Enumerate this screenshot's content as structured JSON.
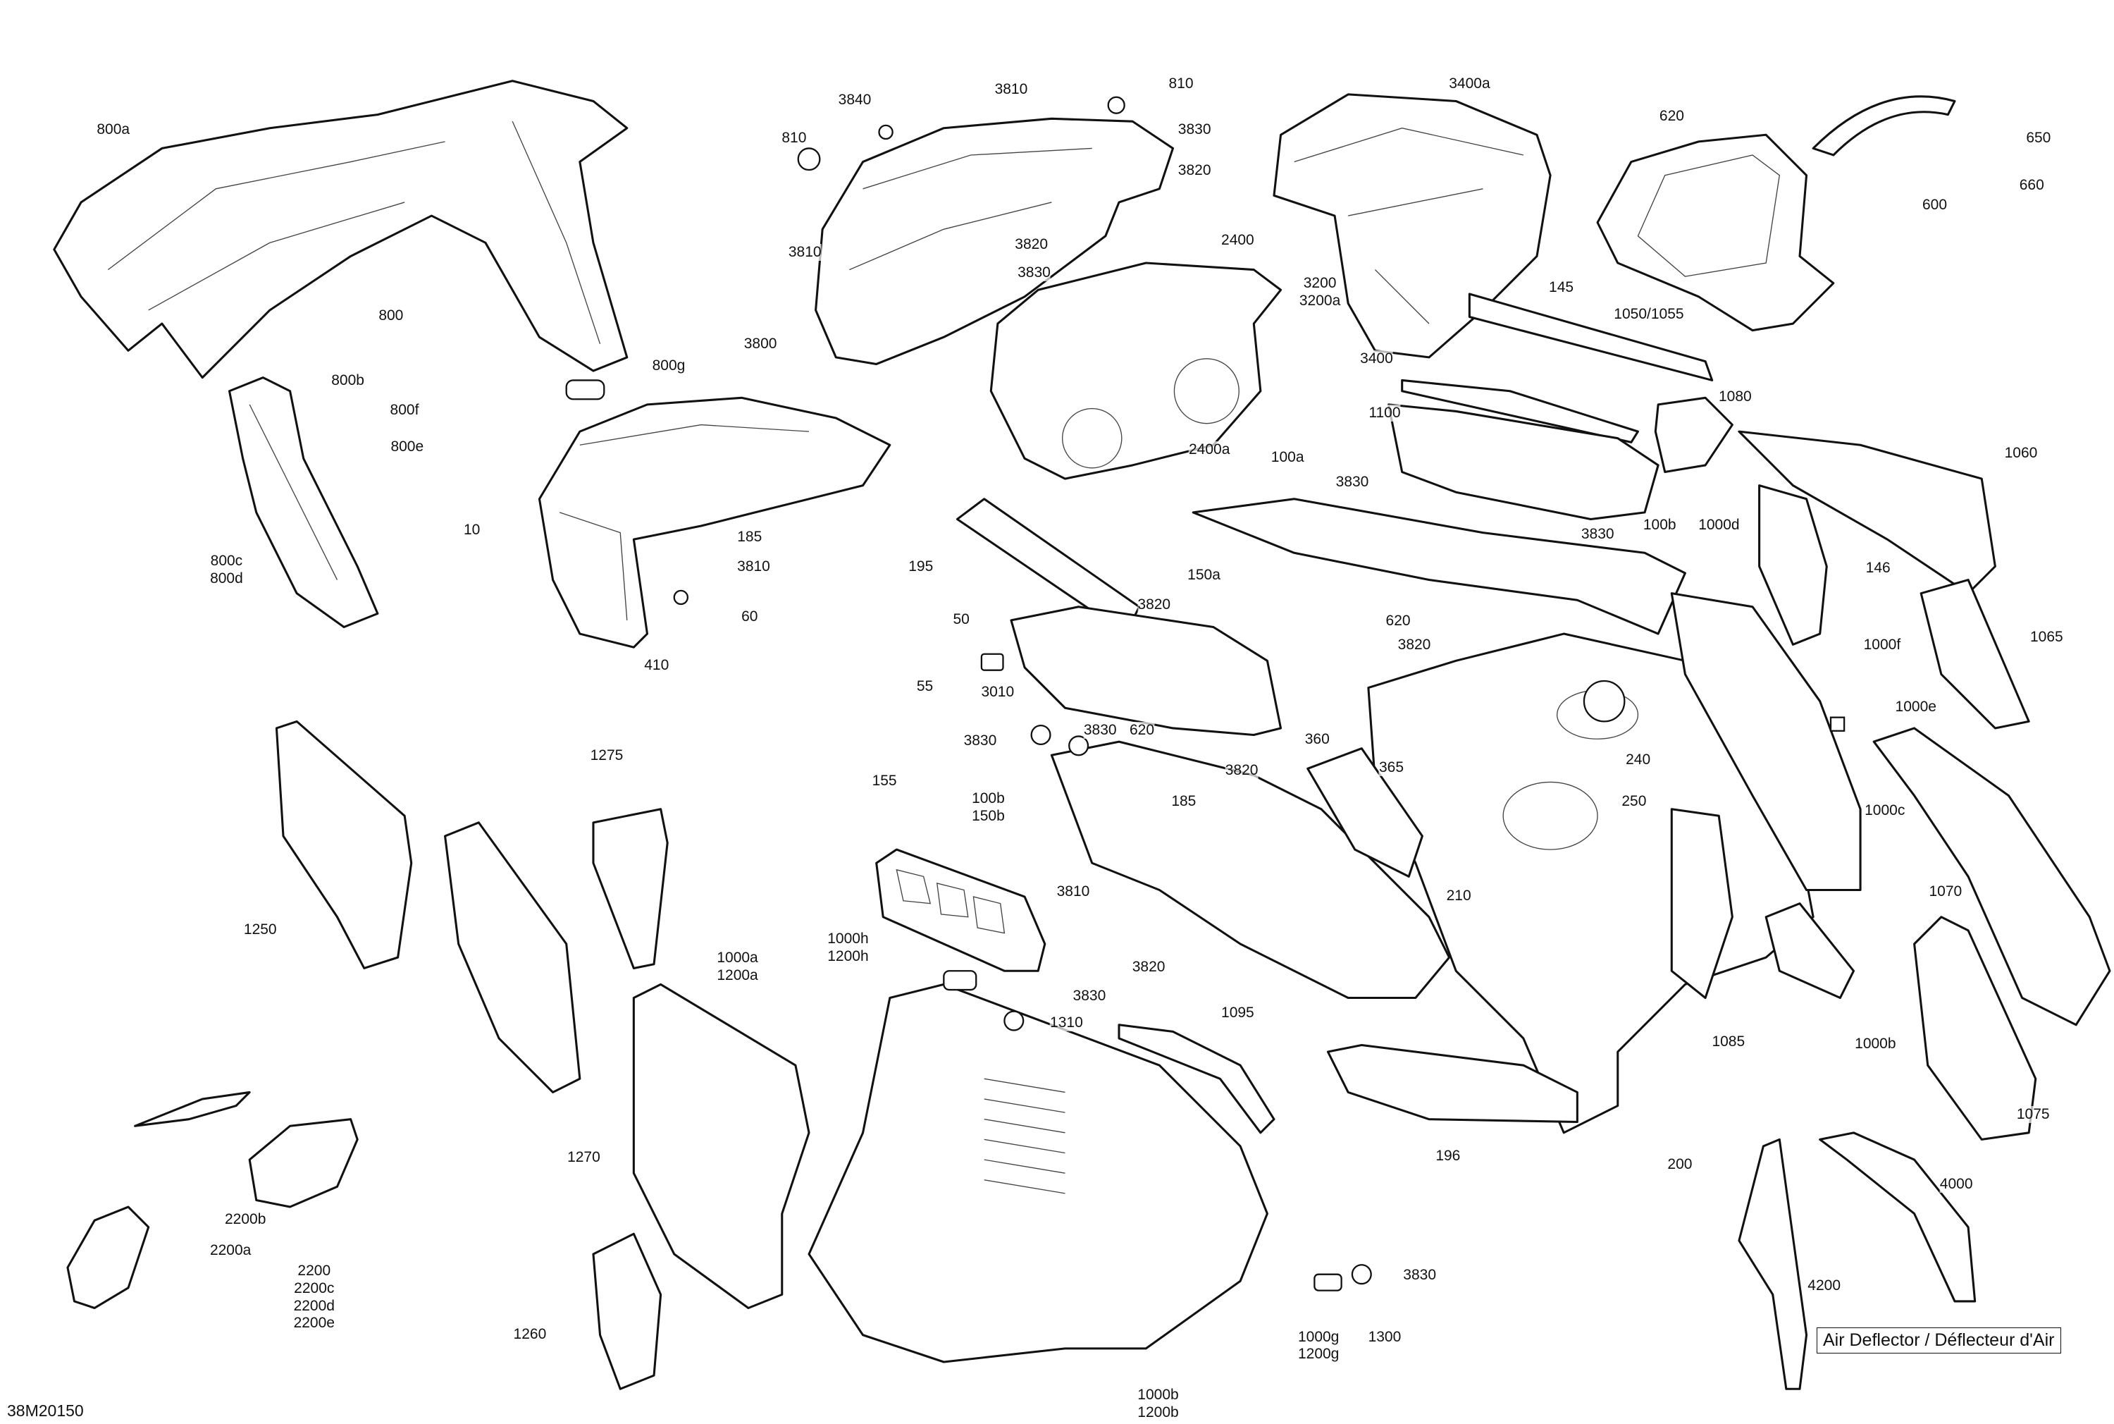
{
  "diagram": {
    "drawing_number": "38M20150",
    "caption": "Air Deflector / Déflecteur d'Air",
    "labels": [
      "800a",
      "800",
      "800b",
      "800g",
      "800f",
      "800e",
      "800c",
      "800d",
      "10",
      "185",
      "3810",
      "60",
      "410",
      "3840",
      "810",
      "3810",
      "3800",
      "3810",
      "810",
      "3830",
      "3820",
      "3820",
      "3830",
      "2400",
      "2400a",
      "3400a",
      "3200",
      "3200a",
      "3400",
      "620",
      "650",
      "660",
      "600",
      "145",
      "1050/1055",
      "1080",
      "1100",
      "3830",
      "100a",
      "3830",
      "1060",
      "195",
      "50",
      "3820",
      "150a",
      "100b",
      "1000d",
      "146",
      "620",
      "3820",
      "1000f",
      "1065",
      "55",
      "3010",
      "1000e",
      "3830",
      "3830",
      "620",
      "3820",
      "360",
      "365",
      "240",
      "250",
      "1000c",
      "100b",
      "150b",
      "185",
      "155",
      "1275",
      "1250",
      "210",
      "3810",
      "3820",
      "1000h",
      "1200h",
      "3830",
      "1310",
      "1000a",
      "1200a",
      "1070",
      "1095",
      "1085",
      "1000b",
      "1075",
      "196",
      "200",
      "1270",
      "2200b",
      "2200a",
      "2200",
      "2200c",
      "2200d",
      "2200e",
      "4000",
      "3830",
      "4200",
      "1260",
      "1300",
      "1000g",
      "1200g",
      "1000b",
      "1200b"
    ]
  }
}
